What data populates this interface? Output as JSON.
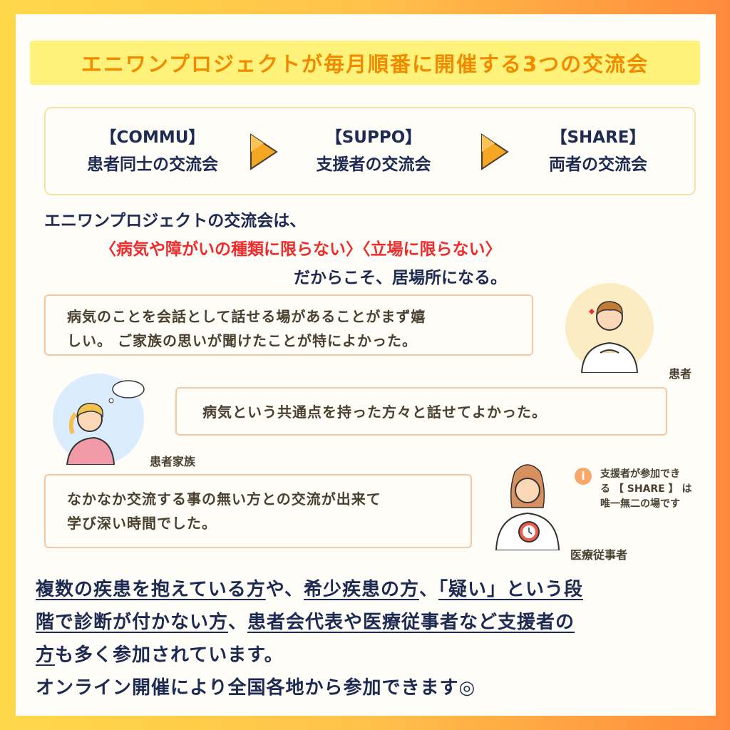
{
  "title": "エニワンプロジェクトが毎月順番に開催する3つの交流会",
  "steps": [
    {
      "tag": "【COMMU】",
      "desc": "患者同士の交流会"
    },
    {
      "tag": "【SUPPO】",
      "desc": "支援者の交流会"
    },
    {
      "tag": "【SHARE】",
      "desc": "両者の交流会"
    }
  ],
  "intro": {
    "line1": "エニワンプロジェクトの交流会は、",
    "line2": "〈病気や障がいの種類に限らない〉〈立場に限らない〉",
    "line3": "だからこそ、居場所になる。"
  },
  "testimonials": [
    {
      "line1": "病気のことを会話として話せる場があることがまず嬉",
      "line2": "しい。 ご家族の思いが聞けたことが特によかった。",
      "role": "患者"
    },
    {
      "line1": "病気という共通点を持った方々と話せてよかった。",
      "role": "患者家族"
    },
    {
      "line1": "なかなか交流する事の無い方との交流が出来て",
      "line2": "学び深い時間でした。",
      "role": "医療従事者"
    }
  ],
  "note": {
    "line1": "支援者が参加でき",
    "line2": "る 【 SHARE 】 は",
    "line3": "唯一無二の場です"
  },
  "bottom": {
    "p1": "複数の疾患を抱えている方",
    "p2": "や、",
    "p3": "希少疾患の方",
    "p4": "、",
    "p5": "「疑い」という段",
    "p6": "階で診断が付かない方",
    "p7": "、",
    "p8": "患者会代表や医療従事者など支援者の",
    "p9": "方",
    "p10": "も多く参加されています。",
    "line4": "オンライン開催により全国各地から参加できます◎"
  },
  "colors": {
    "title_text": "#f28a00",
    "title_bg": "#fff27a",
    "navy": "#1d2a52",
    "red": "#ef2b2b",
    "bubble_border": "#f6c6a0"
  }
}
